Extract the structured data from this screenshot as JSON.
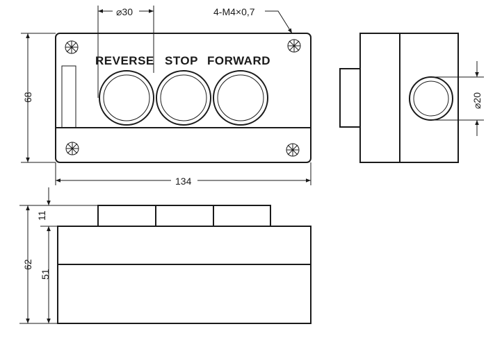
{
  "labels": {
    "reverse": "REVERSE",
    "stop": "STOP",
    "forward": "FORWARD"
  },
  "dimensions": {
    "button_diameter": "⌀30",
    "screw_spec": "4-M4×0,7",
    "body_height": "68",
    "body_width": "134",
    "side_hole_diameter": "⌀20",
    "button_protrusion": "11",
    "total_depth": "62",
    "body_depth": "51"
  }
}
